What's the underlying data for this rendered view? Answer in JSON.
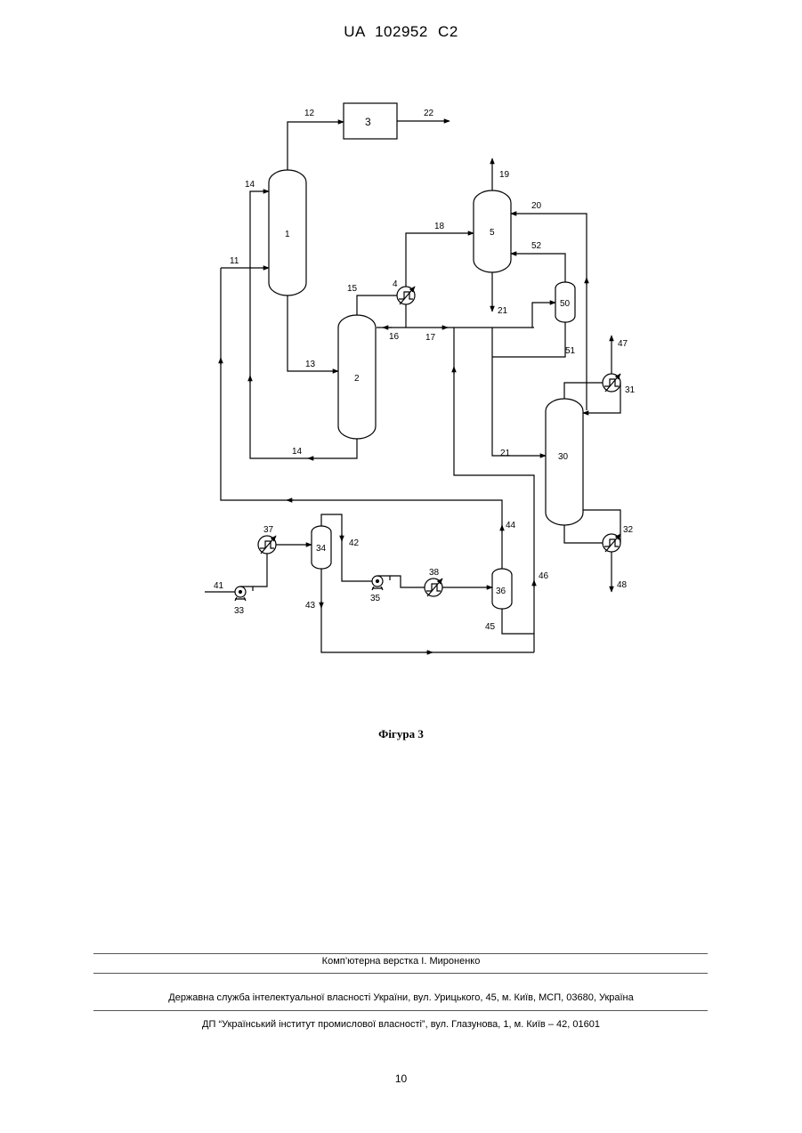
{
  "header": {
    "patent_number": "UA   102952   C2"
  },
  "figure": {
    "caption": "Фігура 3",
    "equipment_labels": {
      "e1": "1",
      "e2": "2",
      "e3": "3",
      "e4": "4",
      "e5": "5",
      "e30": "30",
      "e31": "31",
      "e32": "32",
      "e33": "33",
      "e34": "34",
      "e35": "35",
      "e36": "36",
      "e37": "37",
      "e38": "38",
      "e50": "50"
    },
    "stream_labels": {
      "s11": "11",
      "s12": "12",
      "s13": "13",
      "s14a": "14",
      "s14b": "14",
      "s15": "15",
      "s16": "16",
      "s17": "17",
      "s18": "18",
      "s19": "19",
      "s20": "20",
      "s21a": "21",
      "s21b": "21",
      "s22": "22",
      "s41": "41",
      "s42": "42",
      "s43": "43",
      "s44": "44",
      "s45": "45",
      "s46": "46",
      "s47": "47",
      "s48": "48",
      "s51": "51",
      "s52": "52"
    }
  },
  "footer": {
    "layout_credit": "Комп’ютерна верстка І. Мироненко",
    "office_line": "Державна служба інтелектуальної власності України, вул. Урицького, 45, м. Київ, МСП, 03680, Україна",
    "institute_line": "ДП “Український інститут промислової власності”, вул. Глазунова, 1, м. Київ – 42, 01601"
  },
  "page_number": "10"
}
